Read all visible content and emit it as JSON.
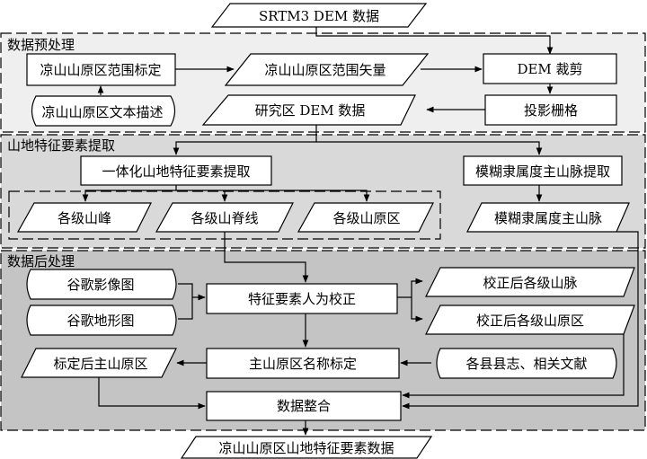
{
  "sections": {
    "preprocess": "数据预处理",
    "extraction": "山地特征要素提取",
    "postprocess": "数据后处理"
  },
  "nodes": {
    "srtm_input": "SRTM3 DEM 数据",
    "plateau_range_mark": "凉山山原区范围标定",
    "plateau_range_vector": "凉山山原区范围矢量",
    "dem_clip": "DEM 裁剪",
    "plateau_text_desc": "凉山山原区文本描述",
    "study_dem": "研究区 DEM 数据",
    "projection_grid": "投影栅格",
    "integrated_extraction": "一体化山地特征要素提取",
    "fuzzy_extraction": "模糊隶属度主山脉提取",
    "peaks": "各级山峰",
    "ridges": "各级山脊线",
    "plateaus": "各级山原区",
    "fuzzy_main_range": "模糊隶属度主山脉",
    "google_image": "谷歌影像图",
    "google_terrain": "谷歌地形图",
    "manual_correction": "特征要素人为校正",
    "corrected_ranges": "校正后各级山脉",
    "corrected_plateaus": "校正后各级山原区",
    "marked_plateau": "标定后主山原区",
    "name_marking": "主山原区名称标定",
    "county_records": "各县县志、相关文献",
    "data_integration": "数据整合",
    "output_data": "凉山山原区山地特征要素数据"
  }
}
